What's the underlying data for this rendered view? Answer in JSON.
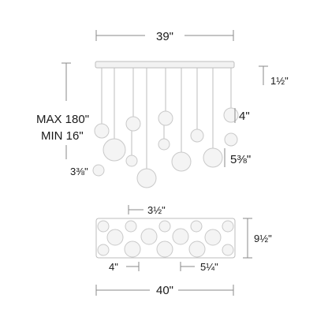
{
  "dimensions": {
    "canopy_width": "39\"",
    "canopy_height": "1½\"",
    "max_drop": "MAX 180\"",
    "min_drop": "MIN 16\"",
    "small_globe": "4\"",
    "medium_globe": "5⅜\"",
    "large_globe": "3⅜\"",
    "spacing": "3½\"",
    "footprint_depth": "9½\"",
    "footprint_small": "4\"",
    "footprint_medium": "5¼\"",
    "overall_width": "40\""
  },
  "colors": {
    "line": "#8a8a8a",
    "text": "#1a1a1a",
    "globe_fill": "#f4f4f4",
    "globe_stroke": "#c9c9c9"
  }
}
